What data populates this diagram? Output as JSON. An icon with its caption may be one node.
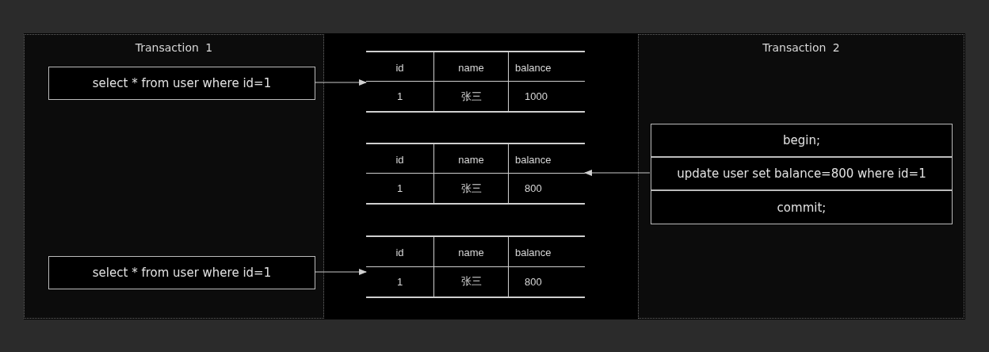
{
  "diagram": {
    "nodes": [
      {
        "text": [
          "Transaction 1"
        ]
      },
      {
        "text": [
          "select * from user where id=1"
        ],
        "in": 0
      },
      {
        "text": [
          "select * from user where id=1"
        ],
        "in": 0
      },
      {
        "text": [
          "id",
          "name",
          "balance",
          "1",
          "张三",
          "1000"
        ]
      },
      {
        "text": [
          "id",
          "name",
          "balance",
          "1",
          "张三",
          "800"
        ]
      },
      {
        "text": [
          "id",
          "name",
          "balance",
          "1",
          "张三",
          "800"
        ]
      },
      {
        "text": [
          "Transaction 2"
        ]
      },
      {
        "text": [
          "begin;"
        ],
        "in": 6
      },
      {
        "text": [
          "update user set balance=800 where id=1"
        ],
        "in": 6
      },
      {
        "text": [
          "commit;"
        ],
        "in": 6
      }
    ],
    "edges": [
      {
        "from": 1,
        "to": 3,
        "arrow": "to"
      },
      {
        "from": 8,
        "to": 4,
        "arrow": "to"
      },
      {
        "from": 2,
        "to": 5,
        "arrow": "to"
      }
    ]
  }
}
